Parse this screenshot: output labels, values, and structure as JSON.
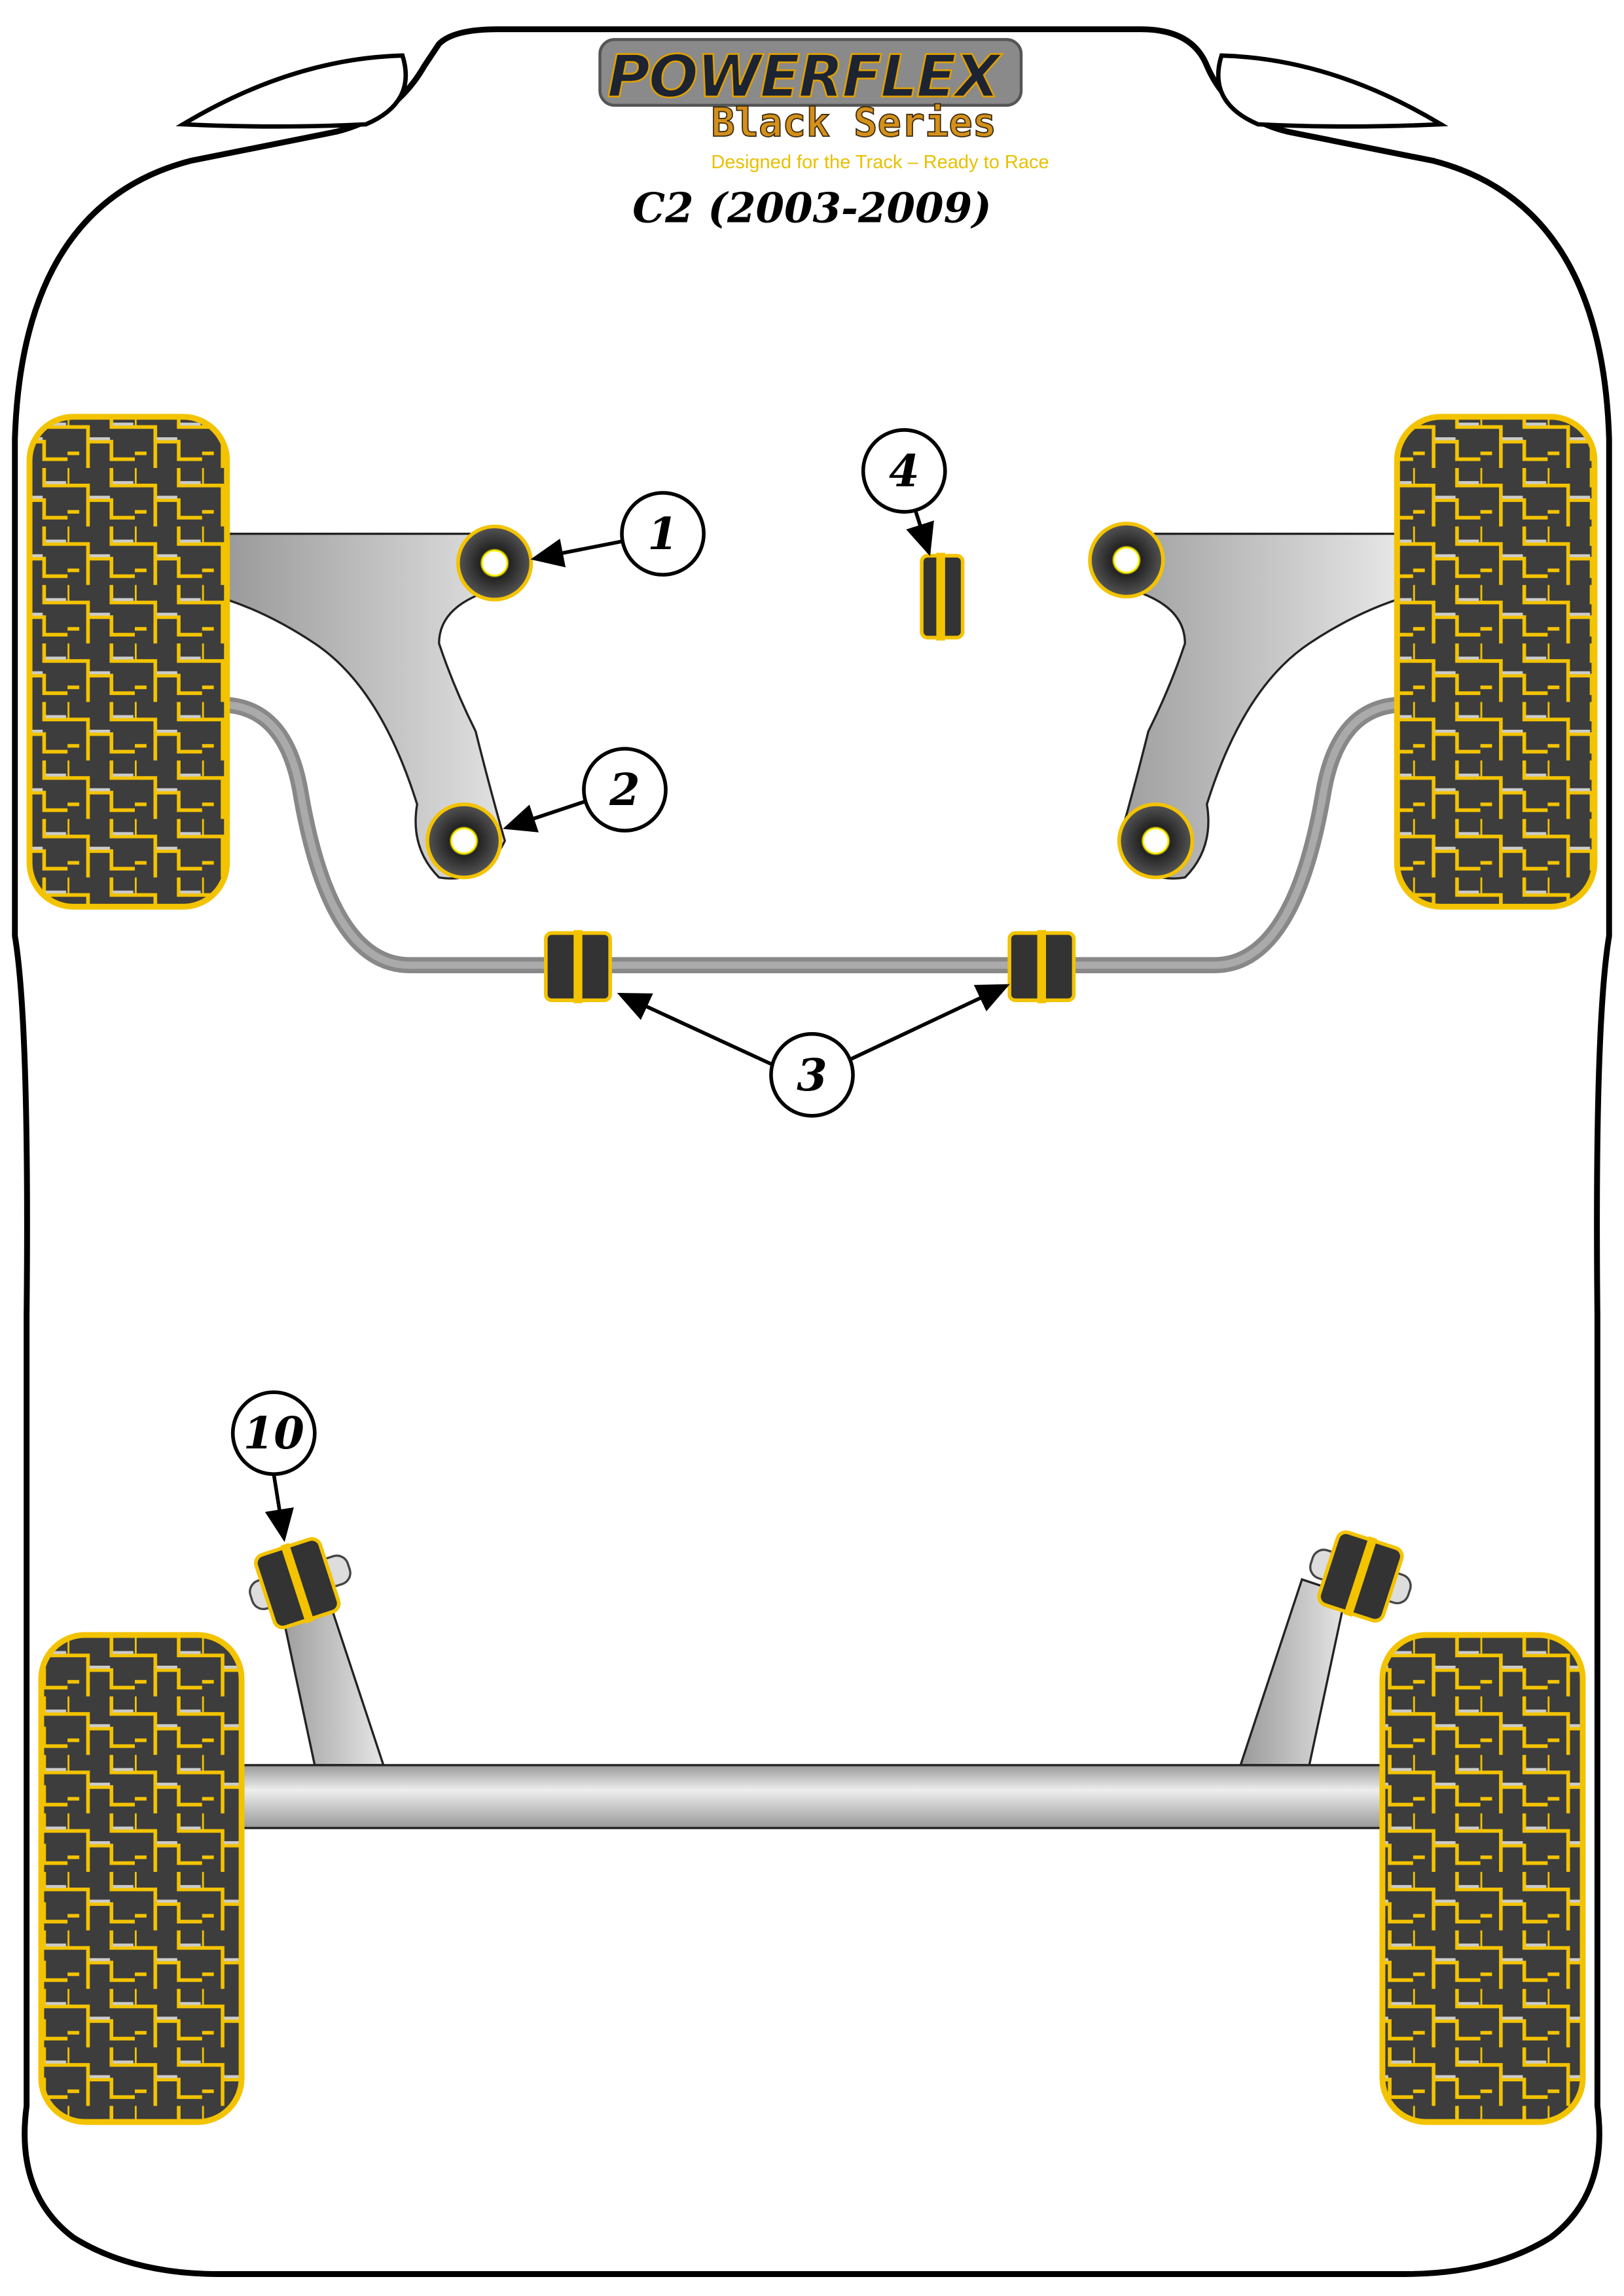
{
  "header": {
    "brand": "POWERFLEX",
    "series": "Black Series",
    "tagline": "Designed for the Track – Ready to Race",
    "title": "C2 (2003-2009)"
  },
  "callouts": [
    {
      "number": "1"
    },
    {
      "number": "2"
    },
    {
      "number": "3"
    },
    {
      "number": "4"
    },
    {
      "number": "10"
    }
  ],
  "colors": {
    "tire_tread": "#3d3d3d",
    "tire_outline": "#f3c300",
    "arm_gray": "#b5b5b5",
    "bushing_yellow": "#f3c300",
    "tagline_yellow": "#e8c000"
  }
}
